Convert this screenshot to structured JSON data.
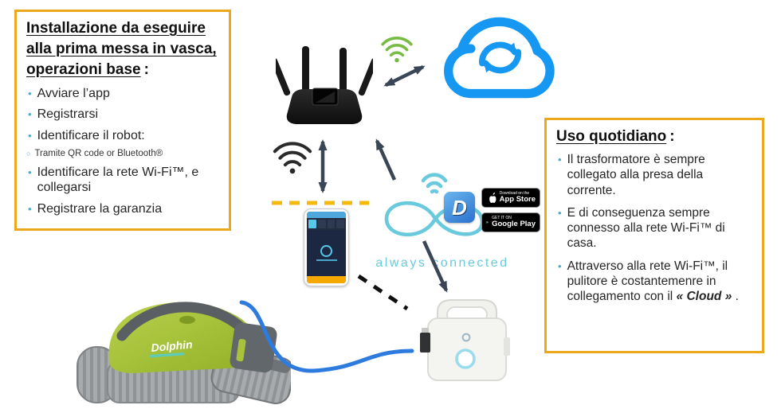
{
  "install_box": {
    "title_lines": [
      "Installazione da eseguire",
      "alla prima messa in vasca,",
      "operazioni base"
    ],
    "title_colon": ":",
    "items": [
      "Avviare l’app",
      "Registrarsi",
      "Identificare il robot:",
      "Identificare la rete Wi-Fi™, e collegarsi",
      "Registrare la garanzia"
    ],
    "sub_item": "Tramite QR code or Bluetooth®"
  },
  "daily_box": {
    "title": "Uso quotidiano",
    "title_colon": ":",
    "items": [
      "Il trasformatore è sempre collegato alla presa della corrente.",
      "E di conseguenza sempre connesso alla rete Wi-Fi™ di casa."
    ],
    "item3": {
      "prefix": "Attraverso alla rete Wi-Fi™, il pulitore è costantemenre in collegamento con il ",
      "cloud_word": "« Cloud »",
      "suffix": " ."
    }
  },
  "connected_logo": {
    "text": "always connected"
  },
  "app_icon": {
    "letter": "D"
  },
  "badges": {
    "app_store": {
      "line1": "Download on the",
      "line2": "App Store"
    },
    "google_play": {
      "line1": "GET IT ON",
      "line2": "Google Play"
    }
  },
  "robot": {
    "brand": "Dolphin"
  },
  "icons": {
    "router": "wifi-router-icon",
    "cloud": "cloud-sync-icon",
    "wifi_green": "wifi-signal-icon",
    "wifi_black": "wifi-signal-icon",
    "infinity": "infinity-always-connected-icon",
    "apple": "apple-logo-icon",
    "play": "google-play-triangle-icon",
    "transformer": "power-supply-unit",
    "robot": "pool-cleaner-robot"
  },
  "colors": {
    "box_border": "#EBA81D",
    "bullet": "#4BACC6",
    "arrow": "#3A4656",
    "dash_yellow": "#F5B90A",
    "cloud_blue": "#1697F2",
    "wifi_green": "#76BC43",
    "logo_teal": "#69CADD",
    "cable_blue": "#2E7BE0",
    "robot_green": "#A3C13C",
    "phone_orange": "#F5A800"
  }
}
